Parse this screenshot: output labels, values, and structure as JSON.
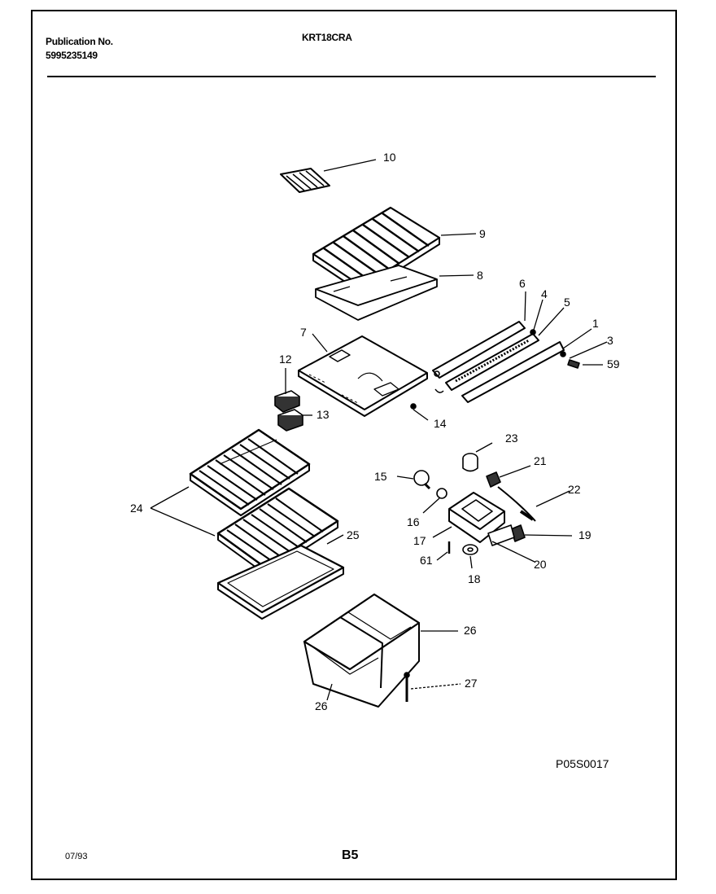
{
  "header": {
    "publication_label": "Publication No.",
    "publication_number": "5995235149",
    "model": "KRT18CRA"
  },
  "callouts": {
    "c1": "1",
    "c3": "3",
    "c4": "4",
    "c5": "5",
    "c6": "6",
    "c7": "7",
    "c8": "8",
    "c9": "9",
    "c10": "10",
    "c12": "12",
    "c13": "13",
    "c14": "14",
    "c15": "15",
    "c16": "16",
    "c17": "17",
    "c18": "18",
    "c19": "19",
    "c20": "20",
    "c21": "21",
    "c22": "22",
    "c23": "23",
    "c24": "24",
    "c25": "25",
    "c26a": "26",
    "c26b": "26",
    "c27": "27",
    "c59": "59",
    "c61": "61"
  },
  "footer": {
    "figure_code": "P05S0017",
    "date": "07/93",
    "page_code": "B5"
  }
}
